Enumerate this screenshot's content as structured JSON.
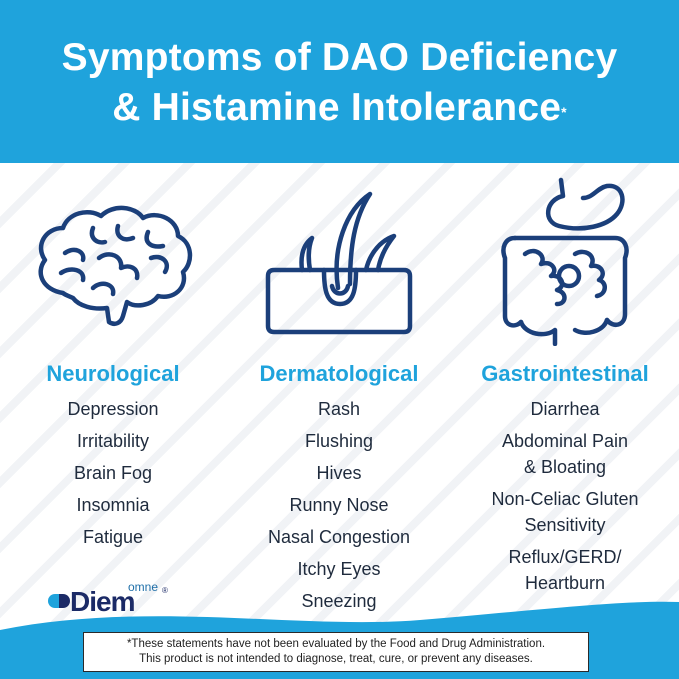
{
  "header": {
    "title_line1": "Symptoms of DAO Deficiency",
    "title_line2": "& Histamine Intolerance",
    "title_mark": "*"
  },
  "columns": [
    {
      "heading": "Neurological",
      "icon": "brain-icon",
      "items": [
        "Depression",
        "Irritability",
        "Brain Fog",
        "Insomnia",
        "Fatigue"
      ]
    },
    {
      "heading": "Dermatological",
      "icon": "skin-hair-icon",
      "items": [
        "Rash",
        "Flushing",
        "Hives",
        "Runny Nose",
        "Nasal Congestion",
        "Itchy Eyes",
        "Sneezing"
      ]
    },
    {
      "heading": "Gastrointestinal",
      "icon": "digestive-system-icon",
      "items": [
        "Diarrhea",
        "Abdominal Pain\n& Bloating",
        "Non-Celiac Gluten\nSensitivity",
        "Reflux/GERD/\nHeartburn"
      ]
    }
  ],
  "logo": {
    "small": "omne",
    "main": "Diem",
    "reg": "®"
  },
  "disclaimer": {
    "line1": "*These statements have not been evaluated by the Food and Drug Administration.",
    "line2": "This product is not intended to diagnose, treat, cure, or prevent any diseases."
  },
  "colors": {
    "brand_blue": "#1fa3dc",
    "icon_navy": "#1b3f7a",
    "text_dark": "#1f2b3d"
  }
}
